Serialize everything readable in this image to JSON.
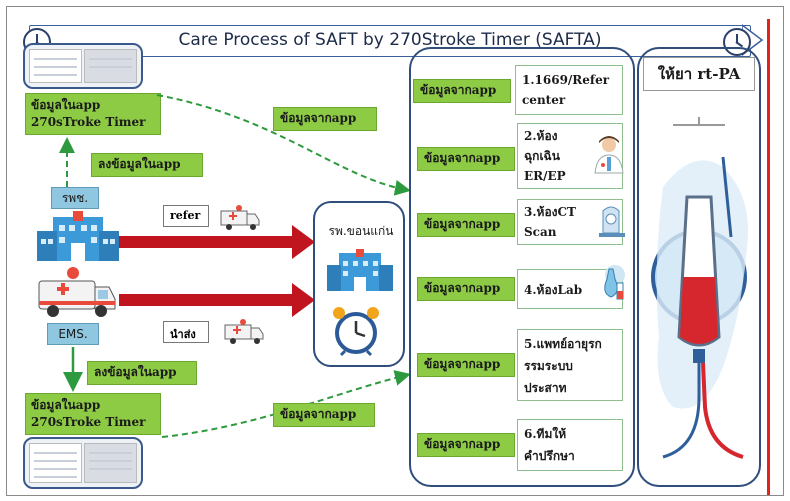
{
  "title": "Care Process of SAFT by 270Stroke Timer (SAFTA)",
  "left": {
    "top_app_box": [
      "ข้อมูลในapp",
      "270sTroke Timer"
    ],
    "top_enter_label": "ลงข้อมูลในapp",
    "rpsh_label": "รพช.",
    "ems_label": "EMS.",
    "bottom_enter_label": "ลงข้อมูลในapp",
    "bottom_app_box": [
      "ข้อมูลในapp",
      "270sTroke Timer"
    ]
  },
  "middle": {
    "top_data_label": "ข้อมูลจากapp",
    "bottom_data_label": "ข้อมูลจากapp",
    "refer_label": "refer",
    "send_label": "นำส่ง",
    "hospital_label": "รพ.ขอนแก่น"
  },
  "steps": [
    {
      "data_label": "ข้อมูลจากapp",
      "text": [
        "1.1669/Refer",
        "center"
      ]
    },
    {
      "data_label": "ข้อมูลจากapp",
      "text": [
        "2.ห้อง",
        "ฉุกเฉิน",
        "ER/EP"
      ]
    },
    {
      "data_label": "ข้อมูลจากapp",
      "text": [
        "3.ห้องCT",
        "Scan"
      ]
    },
    {
      "data_label": "ข้อมูลจากapp",
      "text": [
        "4.ห้องLab"
      ]
    },
    {
      "data_label": "ข้อมูลจากapp",
      "text": [
        "5.แพทย์อายุรก",
        "รรมระบบ",
        "ประสาท"
      ]
    },
    {
      "data_label": "ข้อมูลจากapp",
      "text": [
        "6.ทีมให้",
        "คำปรึกษา"
      ]
    }
  ],
  "rtpa_label": "ให้ยา rt-PA",
  "colors": {
    "green": "#8dcb45",
    "arrow_red": "#c0141e",
    "dashed_green": "#2e9a3f",
    "panel_blue": "#2f4e7c",
    "red_line": "#e2231a"
  },
  "icons": [
    "clock-icon",
    "hospital-icon",
    "ambulance-icon",
    "alarm-clock-icon",
    "doctor-icon",
    "ct-scanner-icon",
    "lab-icon",
    "iv-drip-icon"
  ]
}
